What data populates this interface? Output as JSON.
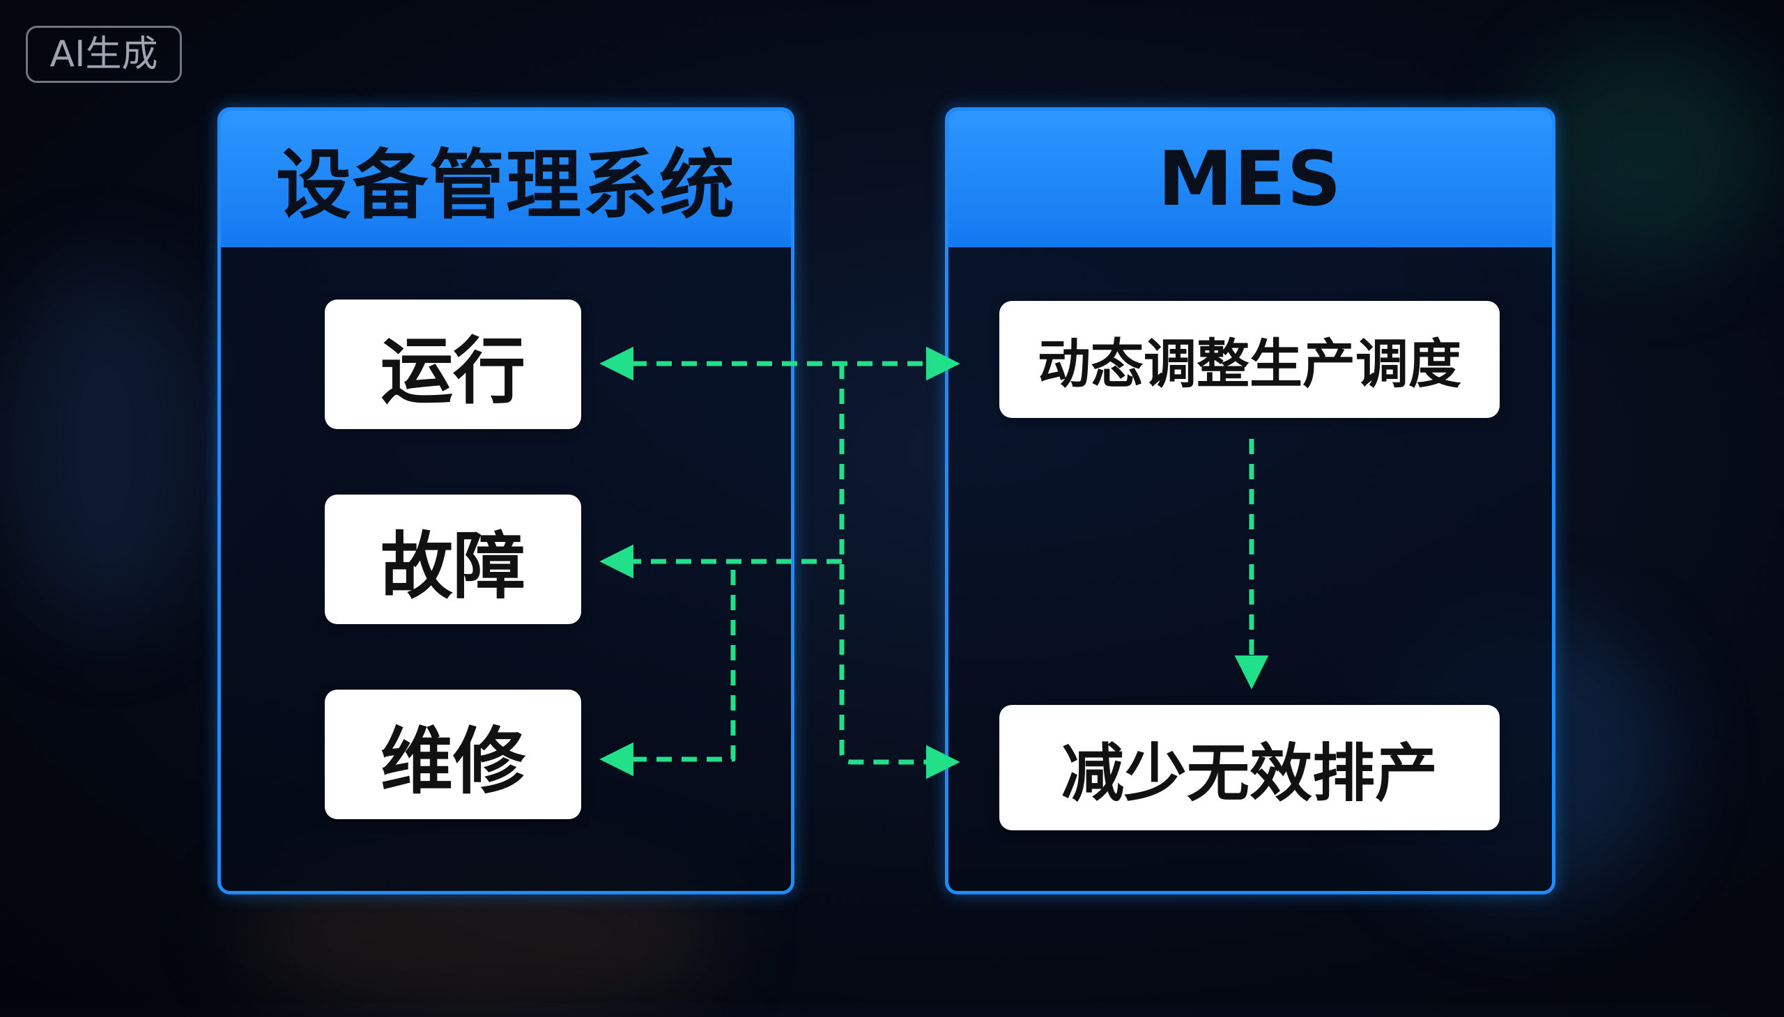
{
  "watermark": "AI生成",
  "left_panel": {
    "title": "设备管理系统",
    "items": [
      "运行",
      "故障",
      "维修"
    ]
  },
  "right_panel": {
    "title": "MES",
    "items": [
      "动态调整生产调度",
      "减少无效排产"
    ]
  },
  "colors": {
    "panel_border": "#1f8bff",
    "panel_header": "#2e97ff",
    "arrow": "#22e08a",
    "node_bg": "#ffffff"
  }
}
